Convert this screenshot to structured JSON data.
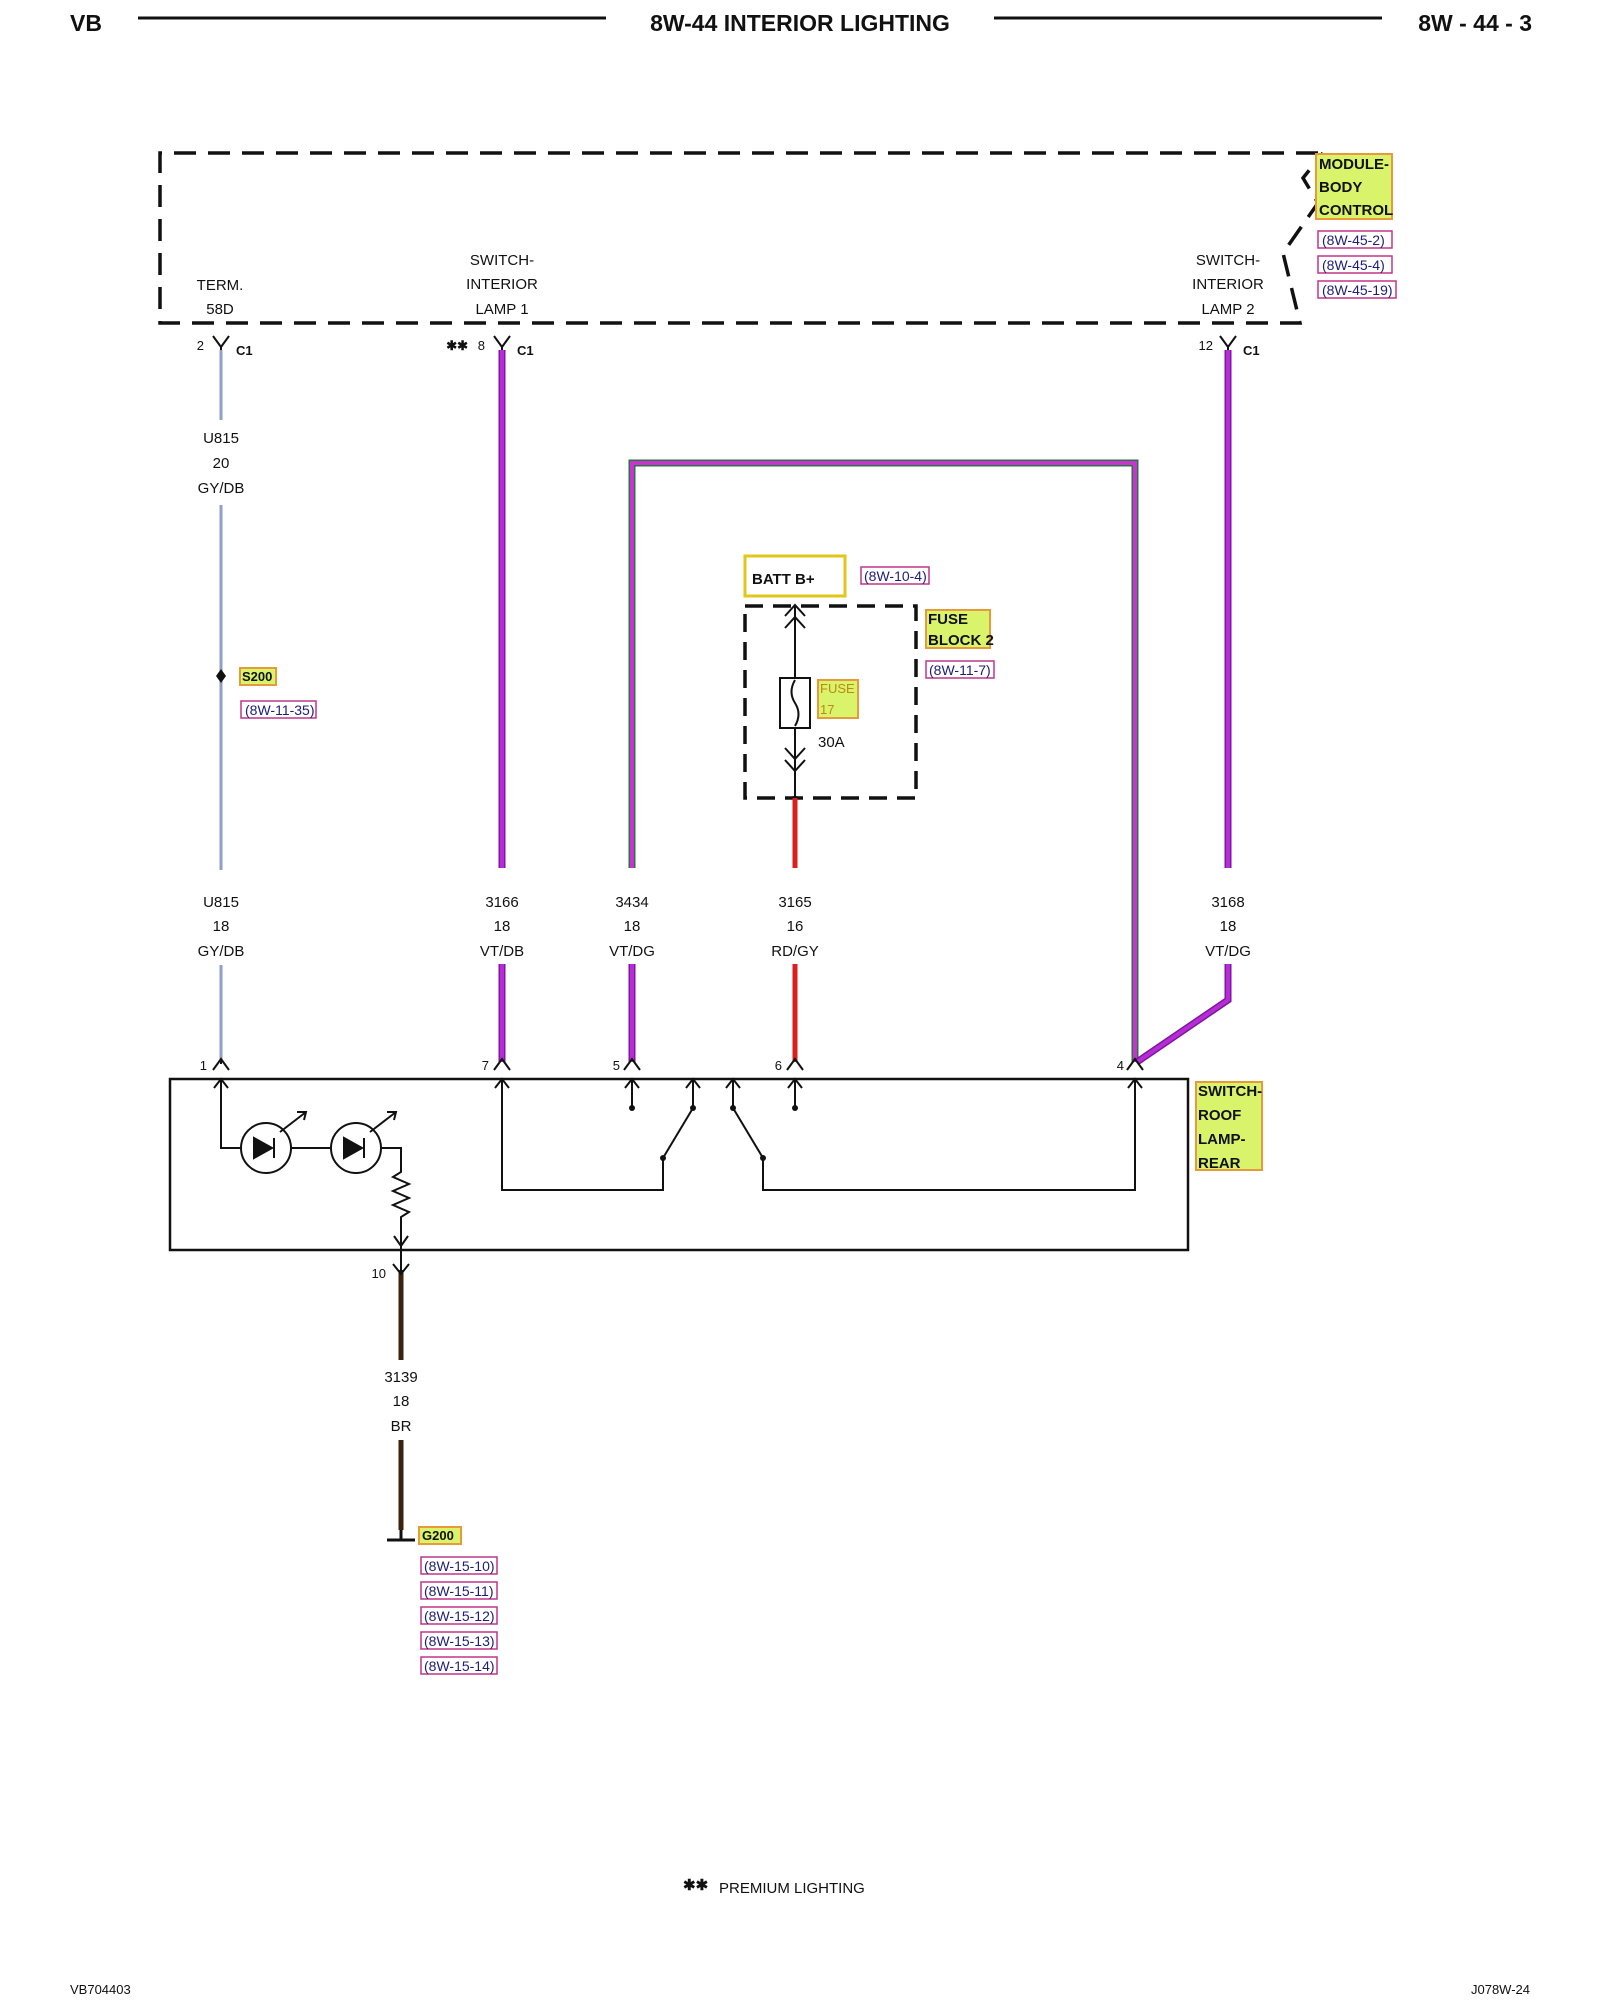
{
  "header": {
    "left": "VB",
    "title": "8W-44 INTERIOR LIGHTING",
    "right": "8W - 44 - 3"
  },
  "footer": {
    "left": "VB704403",
    "right": "J078W-24"
  },
  "legend": {
    "symbol": "✱✱",
    "text": "PREMIUM LIGHTING"
  },
  "module": {
    "name_lines": [
      "MODULE-",
      "BODY",
      "CONTROL"
    ],
    "refs": [
      "8W-45-2",
      "8W-45-4",
      "8W-45-19"
    ],
    "term": [
      "TERM.",
      "58D"
    ],
    "lamp1": [
      "SWITCH-",
      "INTERIOR",
      "LAMP 1"
    ],
    "lamp2": [
      "SWITCH-",
      "INTERIOR",
      "LAMP 2"
    ]
  },
  "connectors": {
    "term": {
      "pin": "2",
      "conn": "C1"
    },
    "lamp1": {
      "pin": "8",
      "conn": "C1",
      "mark": "✱✱"
    },
    "lamp2": {
      "pin": "12",
      "conn": "C1"
    }
  },
  "wires": {
    "u815_upper": {
      "circuit": "U815",
      "gauge": "20",
      "color": "GY/DB"
    },
    "u815_lower": {
      "circuit": "U815",
      "gauge": "18",
      "color": "GY/DB"
    },
    "w3166": {
      "circuit": "3166",
      "gauge": "18",
      "color": "VT/DB"
    },
    "w3434": {
      "circuit": "3434",
      "gauge": "18",
      "color": "VT/DG"
    },
    "w3165": {
      "circuit": "3165",
      "gauge": "16",
      "color": "RD/GY"
    },
    "w3168": {
      "circuit": "3168",
      "gauge": "18",
      "color": "VT/DG"
    },
    "w3139": {
      "circuit": "3139",
      "gauge": "18",
      "color": "BR"
    }
  },
  "splice": {
    "name": "S200",
    "ref": "8W-11-35"
  },
  "batt": {
    "label": "BATT B+",
    "ref": "8W-10-4"
  },
  "fuse_block": {
    "name_lines": [
      "FUSE",
      "BLOCK 2"
    ],
    "ref": "8W-11-7"
  },
  "fuse": {
    "name_lines": [
      "FUSE",
      "17"
    ],
    "rating": "30A"
  },
  "switch": {
    "name_lines": [
      "SWITCH-",
      "ROOF",
      "LAMP-",
      "REAR"
    ],
    "pins": [
      "1",
      "7",
      "5",
      "6",
      "4",
      "10"
    ]
  },
  "ground": {
    "name": "G200",
    "refs": [
      "8W-15-10",
      "8W-15-11",
      "8W-15-12",
      "8W-15-13",
      "8W-15-14"
    ]
  },
  "colors": {
    "violet": "#b92ad8",
    "violet_edge": "#7a1a9a",
    "red": "#d91f1f",
    "gray_blue": "#8ea0c6",
    "brown": "#3a2410",
    "highlight": "#d9f36a",
    "highlight_edge": "#e79a3c",
    "ref_box": "#c0368a"
  }
}
